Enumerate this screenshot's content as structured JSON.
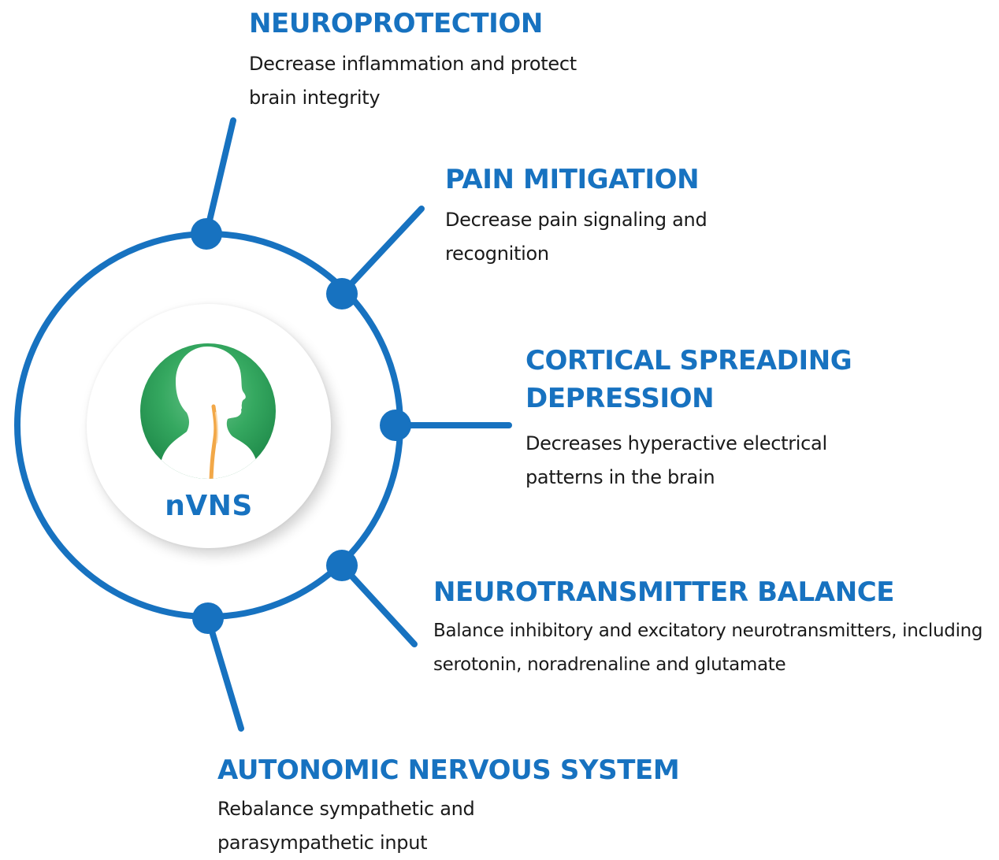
{
  "center": {
    "label": "nVNS",
    "icon": "head-silhouette-with-spine-icon"
  },
  "colors": {
    "primary_blue": "#1772c0",
    "green": "#2e9a57",
    "spine_orange": "#f0a64a",
    "text_dark": "#1a1a1a"
  },
  "benefits": [
    {
      "title": "NEUROPROTECTION",
      "description": "Decrease inflammation and protect brain integrity"
    },
    {
      "title": "PAIN MITIGATION",
      "description": "Decrease pain signaling and recognition"
    },
    {
      "title": "CORTICAL SPREADING DEPRESSION",
      "description": "Decreases hyperactive electrical patterns in the brain"
    },
    {
      "title": "NEUROTRANSMITTER BALANCE",
      "description": "Balance inhibitory and excitatory neurotransmitters, including serotonin, noradrenaline and glutamate"
    },
    {
      "title": "AUTONOMIC NERVOUS SYSTEM",
      "description": "Rebalance sympathetic and parasympathetic input"
    }
  ]
}
